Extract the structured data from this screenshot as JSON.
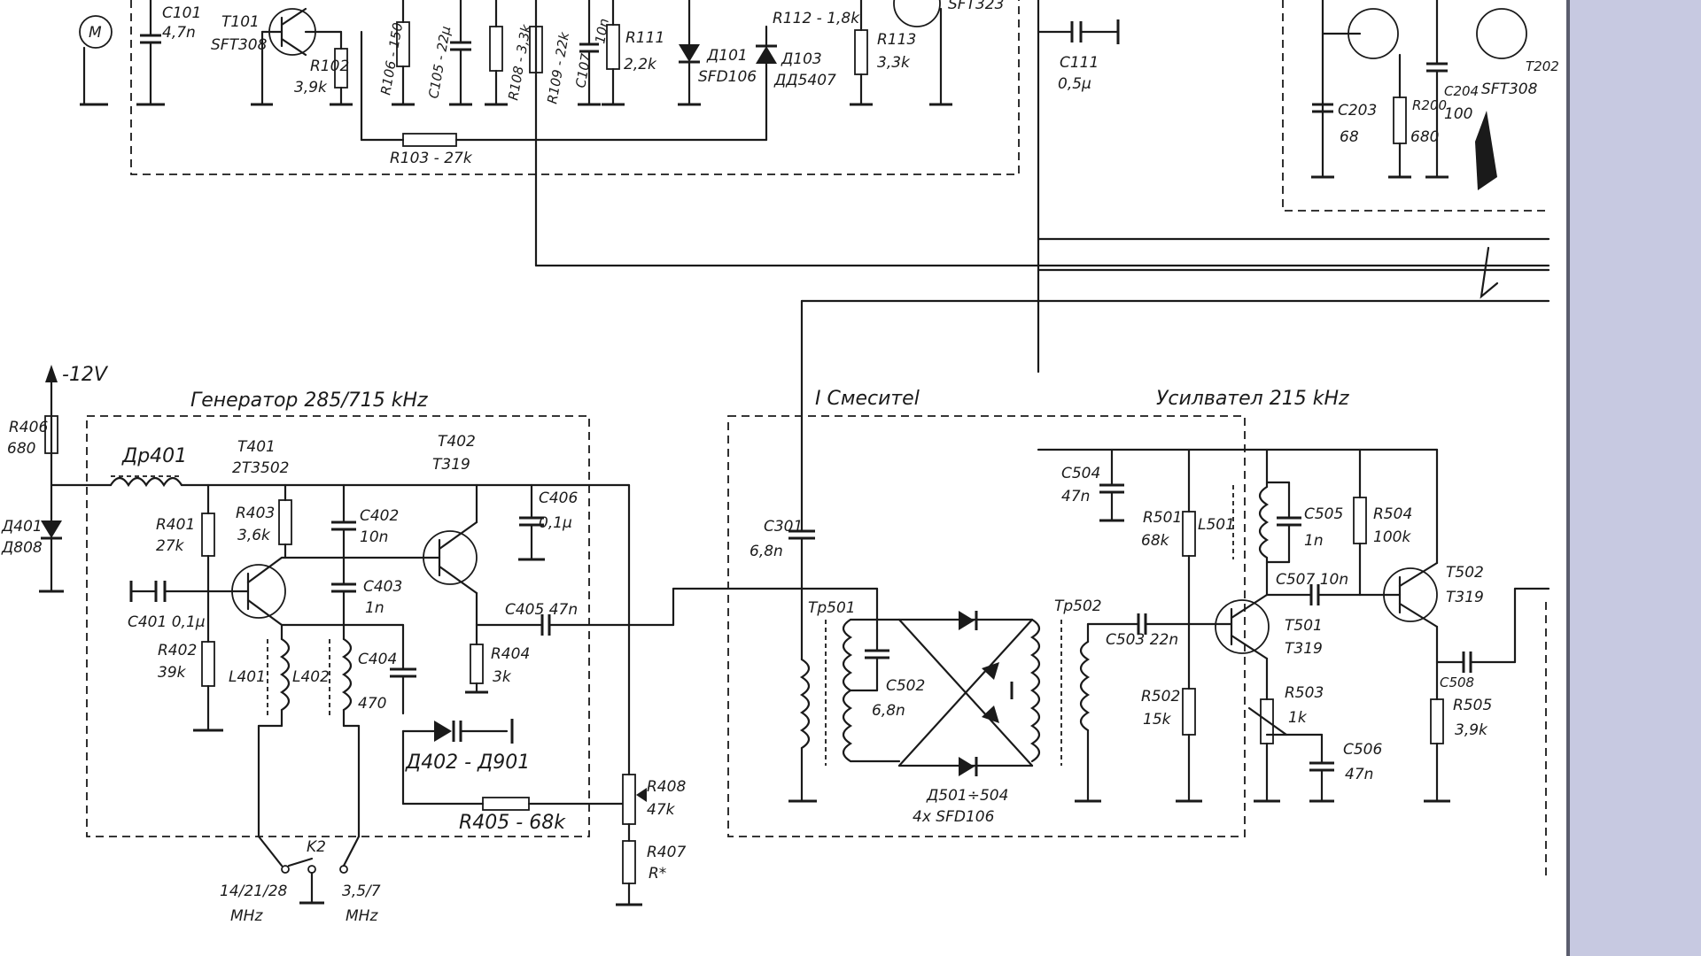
{
  "colors": {
    "ink": "#1a1a1a",
    "paper": "#ffffff",
    "side_panel": "#c7c9e1",
    "side_border": "#5b5d6e"
  },
  "blocks": {
    "generator": "Генератор  285/715 kHz",
    "mixer": "I Смеситеl",
    "amplifier": "Усилвател  215 kHz"
  },
  "supply": "-12V",
  "switch": {
    "name": "K2",
    "pos_a": "14/21/28",
    "pos_a_unit": "MHz",
    "pos_b": "3,5/7",
    "pos_b_unit": "MHz"
  },
  "top": {
    "c101": [
      "C101",
      "4,7n"
    ],
    "t101": [
      "T101",
      "SFT308"
    ],
    "r102": [
      "R102",
      "3,9k"
    ],
    "r106": "R106 - 150",
    "c105": "C105 - 22μ",
    "r108": "R108 - 3,3k",
    "r109": "R109 - 22k",
    "c107": [
      "C107",
      "10n"
    ],
    "r111": [
      "R111",
      "2,2k"
    ],
    "d101": [
      "Д101",
      "SFD106"
    ],
    "d103": [
      "Д103",
      "ДД5407"
    ],
    "r112": "R112 - 1,8k",
    "r113": [
      "R113",
      "3,3k"
    ],
    "t_top": "SFT323",
    "r103": "R103 - 27k",
    "c111": [
      "C111",
      "0,5μ"
    ],
    "c203": [
      "C203",
      "68"
    ],
    "r200": [
      "R200",
      "680"
    ],
    "c204": [
      "C204",
      "100"
    ],
    "t_right": [
      "T202",
      "SFT308"
    ]
  },
  "generator": {
    "r406": [
      "R406",
      "680"
    ],
    "d401": [
      "Д401",
      "Д808"
    ],
    "dr401": "Др401",
    "t401": [
      "T401",
      "2T3502"
    ],
    "r401": [
      "R401",
      "27k"
    ],
    "r403": [
      "R403",
      "3,6k"
    ],
    "c402": [
      "C402",
      "10n"
    ],
    "c403": [
      "C403",
      "1n"
    ],
    "t402": [
      "T402",
      "T319"
    ],
    "c406": [
      "C406",
      "0,1μ"
    ],
    "c401": "C401 0,1μ",
    "r402": [
      "R402",
      "39k"
    ],
    "l401": "L401",
    "l402": "L402",
    "c404": [
      "C404",
      "470"
    ],
    "c405": "C405  47n",
    "r404": [
      "R404",
      "3k"
    ],
    "d402": "Д402 - Д901",
    "r405": "R405 - 68k",
    "r408": [
      "R408",
      "47k"
    ],
    "r407": [
      "R407",
      "R*"
    ]
  },
  "mixer": {
    "c301": [
      "C301",
      "6,8n"
    ],
    "tr501": "Тр501",
    "c502": [
      "C502",
      "6,8n"
    ],
    "tr502": "Тр502",
    "diodes": [
      "Д501÷504",
      "4x SFD106"
    ]
  },
  "amplifier": {
    "c504": [
      "C504",
      "47n"
    ],
    "r501": [
      "R501",
      "68k"
    ],
    "l501": "L501",
    "c505": [
      "C505",
      "1n"
    ],
    "r504": [
      "R504",
      "100k"
    ],
    "c507": "C507  10n",
    "c503": "C503  22n",
    "t501": [
      "T501",
      "T319"
    ],
    "t502": [
      "T502",
      "T319"
    ],
    "r502": [
      "R502",
      "15k"
    ],
    "r503": [
      "R503",
      "1k"
    ],
    "c506": [
      "C506",
      "47n"
    ],
    "c508": "C508",
    "r505": [
      "R505",
      "3,9k"
    ]
  }
}
